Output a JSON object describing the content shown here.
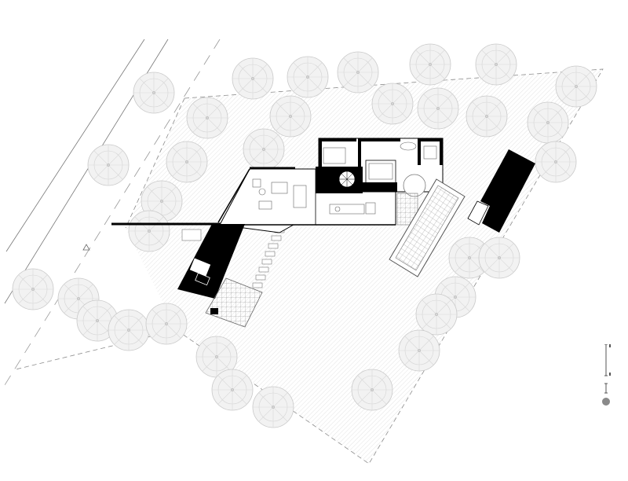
{
  "drawing": {
    "type": "site-plan",
    "background": "#ffffff",
    "ink": "#000000",
    "tree_stroke": "#c8c8c8",
    "hatch_stroke": "#d9d9d9",
    "boundary_stroke": "#8c8c8c",
    "labels": []
  },
  "elements": {
    "road_lines": "road-edge",
    "property_boundary": "dashed",
    "trees": "tree-canopy",
    "house": "main-house",
    "garage": "garage",
    "pool": "swimming-pool",
    "pavilion": "pool-pavilion",
    "terrace": "tiled-terrace",
    "stepping_stones": "stepping-stone-path",
    "north_marker": "north-triangle",
    "scale_bar": "scale-bar"
  }
}
